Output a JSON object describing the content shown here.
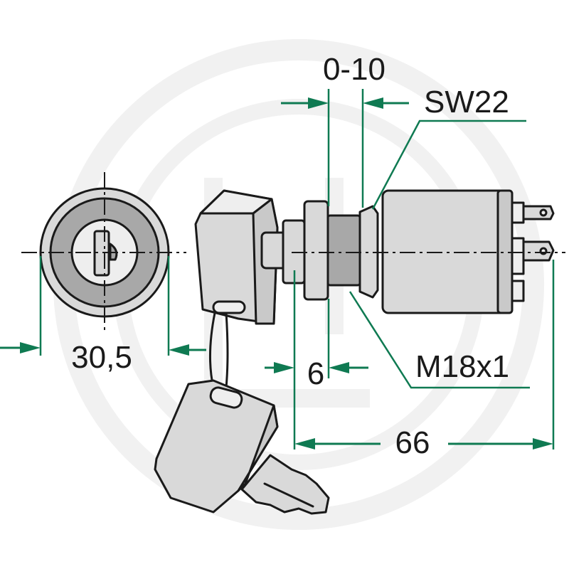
{
  "diagram": {
    "dimensions": {
      "adjust_range": "0-10",
      "wrench_size": "SW22",
      "face_diameter": "30,5",
      "flange_width": "6",
      "thread": "M18x1",
      "total_length": "66"
    },
    "colors": {
      "dimension_lines": "#0f7a52",
      "outline": "#1a1a1a",
      "body": "#d9d9d9",
      "watermark": "#f1f1f1"
    }
  }
}
